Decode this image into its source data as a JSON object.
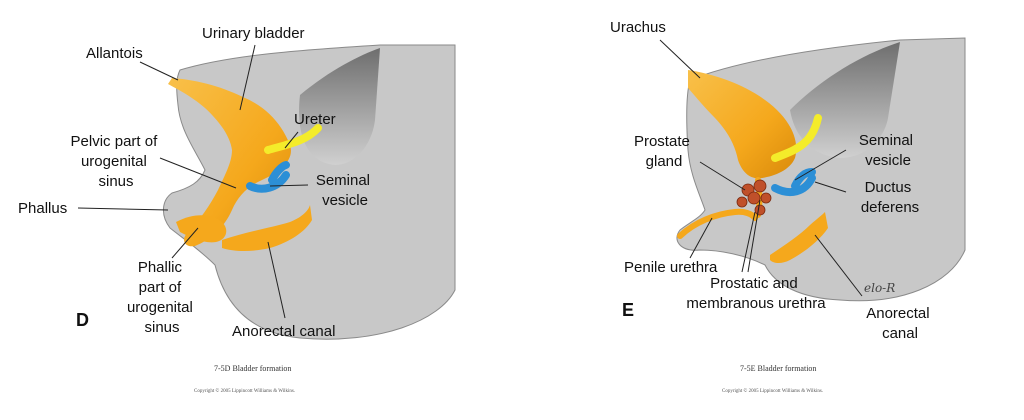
{
  "panels": [
    {
      "letter": "D",
      "labels": {
        "allantois": "Allantois",
        "urinary_bladder": "Urinary bladder",
        "ureter": "Ureter",
        "pelvic_part": [
          "Pelvic part of",
          "urogenital",
          "sinus"
        ],
        "seminal_vesicle": [
          "Seminal",
          "vesicle"
        ],
        "phallus": "Phallus",
        "phallic_part": [
          "Phallic",
          "part of",
          "urogenital",
          "sinus"
        ],
        "anorectal_canal": "Anorectal canal"
      },
      "caption": "7-5D  Bladder formation",
      "copyright": "Copyright © 2005 Lippincott Williams & Wilkins."
    },
    {
      "letter": "E",
      "labels": {
        "urachus": "Urachus",
        "prostate_gland": [
          "Prostate",
          "gland"
        ],
        "seminal_vesicle": [
          "Seminal",
          "vesicle"
        ],
        "ductus_deferens": [
          "Ductus",
          "deferens"
        ],
        "penile_urethra": "Penile urethra",
        "prostatic_membranous": [
          "Prostatic and",
          "membranous urethra"
        ],
        "anorectal_canal": [
          "Anorectal",
          "canal"
        ]
      },
      "signature": "elo-R",
      "caption": "7-5E  Bladder formation",
      "copyright": "Copyright © 2005 Lippincott Williams & Wilkins."
    }
  ],
  "colors": {
    "tissue": "#c8c8c8",
    "tissue_dark": "#9e9e9e",
    "bladder": "#f5a81c",
    "ureter": "#f4ec2a",
    "vesicle": "#2c8fd6",
    "prostate": "#c0502a"
  }
}
